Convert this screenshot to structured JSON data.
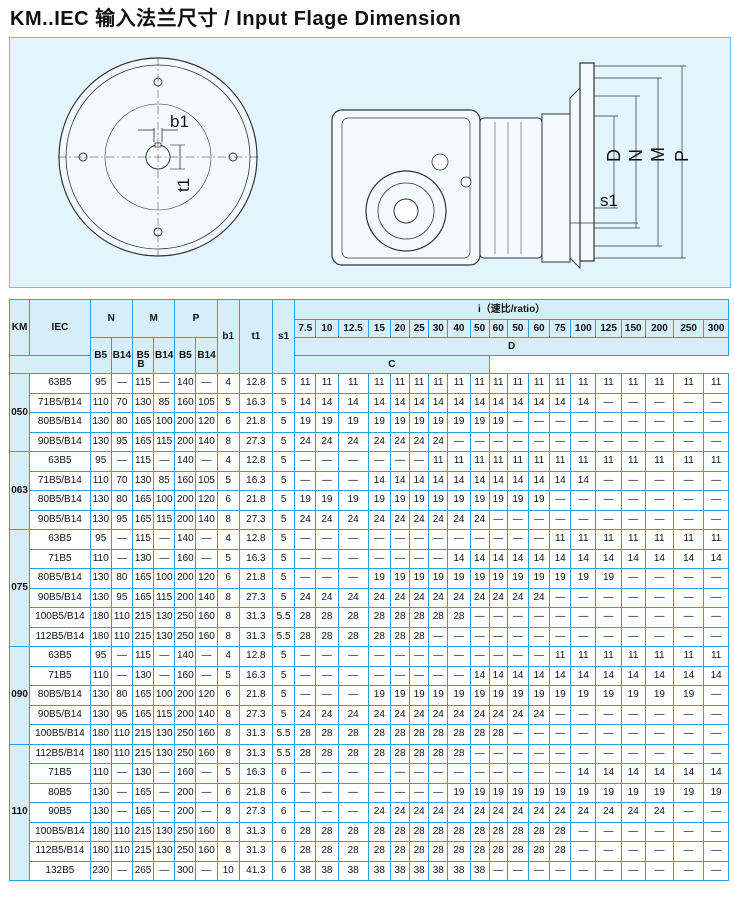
{
  "title": "KM..IEC 输入法兰尺寸 / Input Flage Dimension",
  "drawing": {
    "label_b1": "b1",
    "label_t1": "t1",
    "label_s1": "s1",
    "label_D": "D",
    "label_N": "N",
    "label_M": "M",
    "label_P": "P"
  },
  "table": {
    "h_km": "KM",
    "h_iec": "IEC",
    "h_N": "N",
    "h_M": "M",
    "h_P": "P",
    "h_b1": "b1",
    "h_t1": "t1",
    "h_s1": "s1",
    "h_ratio": "i（速比/ratio）",
    "h_D": "D",
    "h_B": "B",
    "h_C": "C",
    "sub_b5": "B5",
    "sub_b14": "B14",
    "ratios": [
      "7.5",
      "10",
      "12.5",
      "15",
      "20",
      "25",
      "30",
      "40",
      "50",
      "60",
      "50",
      "60",
      "75",
      "100",
      "125",
      "150",
      "200",
      "250",
      "300"
    ],
    "groups": [
      {
        "km": "050",
        "rows": [
          [
            "63B5",
            "95",
            "—",
            "115",
            "—",
            "140",
            "—",
            "4",
            "12.8",
            "5",
            "11",
            "11",
            "11",
            "11",
            "11",
            "11",
            "11",
            "11",
            "11",
            "11",
            "11",
            "11",
            "11",
            "11",
            "11",
            "11",
            "11",
            "11",
            "11"
          ],
          [
            "71B5/B14",
            "110",
            "70",
            "130",
            "85",
            "160",
            "105",
            "5",
            "16.3",
            "5",
            "14",
            "14",
            "14",
            "14",
            "14",
            "14",
            "14",
            "14",
            "14",
            "14",
            "14",
            "14",
            "14",
            "14",
            "—",
            "—",
            "—",
            "—",
            "—"
          ],
          [
            "80B5/B14",
            "130",
            "80",
            "165",
            "100",
            "200",
            "120",
            "6",
            "21.8",
            "5",
            "19",
            "19",
            "19",
            "19",
            "19",
            "19",
            "19",
            "19",
            "19",
            "19",
            "—",
            "—",
            "—",
            "—",
            "—",
            "—",
            "—",
            "—",
            "—"
          ],
          [
            "90B5/B14",
            "130",
            "95",
            "165",
            "115",
            "200",
            "140",
            "8",
            "27.3",
            "5",
            "24",
            "24",
            "24",
            "24",
            "24",
            "24",
            "24",
            "—",
            "—",
            "—",
            "—",
            "—",
            "—",
            "—",
            "—",
            "—",
            "—",
            "—",
            "—"
          ]
        ]
      },
      {
        "km": "063",
        "rows": [
          [
            "63B5",
            "95",
            "—",
            "115",
            "—",
            "140",
            "—",
            "4",
            "12.8",
            "5",
            "—",
            "—",
            "—",
            "—",
            "—",
            "—",
            "11",
            "11",
            "11",
            "11",
            "11",
            "11",
            "11",
            "11",
            "11",
            "11",
            "11",
            "11",
            "11"
          ],
          [
            "71B5/B14",
            "110",
            "70",
            "130",
            "85",
            "160",
            "105",
            "5",
            "16.3",
            "5",
            "—",
            "—",
            "—",
            "14",
            "14",
            "14",
            "14",
            "14",
            "14",
            "14",
            "14",
            "14",
            "14",
            "14",
            "—",
            "—",
            "—",
            "—",
            "—"
          ],
          [
            "80B5/B14",
            "130",
            "80",
            "165",
            "100",
            "200",
            "120",
            "6",
            "21.8",
            "5",
            "19",
            "19",
            "19",
            "19",
            "19",
            "19",
            "19",
            "19",
            "19",
            "19",
            "19",
            "19",
            "—",
            "—",
            "—",
            "—",
            "—",
            "—",
            "—"
          ],
          [
            "90B5/B14",
            "130",
            "95",
            "165",
            "115",
            "200",
            "140",
            "8",
            "27.3",
            "5",
            "24",
            "24",
            "24",
            "24",
            "24",
            "24",
            "24",
            "24",
            "24",
            "—",
            "—",
            "—",
            "—",
            "—",
            "—",
            "—",
            "—",
            "—",
            "—"
          ]
        ]
      },
      {
        "km": "075",
        "rows": [
          [
            "63B5",
            "95",
            "—",
            "115",
            "—",
            "140",
            "—",
            "4",
            "12.8",
            "5",
            "—",
            "—",
            "—",
            "—",
            "—",
            "—",
            "—",
            "—",
            "—",
            "—",
            "—",
            "—",
            "11",
            "11",
            "11",
            "11",
            "11",
            "11",
            "11"
          ],
          [
            "71B5",
            "110",
            "—",
            "130",
            "—",
            "160",
            "—",
            "5",
            "16.3",
            "5",
            "—",
            "—",
            "—",
            "—",
            "—",
            "—",
            "—",
            "14",
            "14",
            "14",
            "14",
            "14",
            "14",
            "14",
            "14",
            "14",
            "14",
            "14",
            "14"
          ],
          [
            "80B5/B14",
            "130",
            "80",
            "165",
            "100",
            "200",
            "120",
            "6",
            "21.8",
            "5",
            "—",
            "—",
            "—",
            "19",
            "19",
            "19",
            "19",
            "19",
            "19",
            "19",
            "19",
            "19",
            "19",
            "19",
            "19",
            "—",
            "—",
            "—",
            "—"
          ],
          [
            "90B5/B14",
            "130",
            "95",
            "165",
            "115",
            "200",
            "140",
            "8",
            "27.3",
            "5",
            "24",
            "24",
            "24",
            "24",
            "24",
            "24",
            "24",
            "24",
            "24",
            "24",
            "24",
            "24",
            "—",
            "—",
            "—",
            "—",
            "—",
            "—",
            "—"
          ],
          [
            "100B5/B14",
            "180",
            "110",
            "215",
            "130",
            "250",
            "160",
            "8",
            "31.3",
            "5.5",
            "28",
            "28",
            "28",
            "28",
            "28",
            "28",
            "28",
            "28",
            "—",
            "—",
            "—",
            "—",
            "—",
            "—",
            "—",
            "—",
            "—",
            "—",
            "—"
          ],
          [
            "112B5/B14",
            "180",
            "110",
            "215",
            "130",
            "250",
            "160",
            "8",
            "31.3",
            "5.5",
            "28",
            "28",
            "28",
            "28",
            "28",
            "28",
            "—",
            "—",
            "—",
            "—",
            "—",
            "—",
            "—",
            "—",
            "—",
            "—",
            "—",
            "—",
            "—"
          ]
        ]
      },
      {
        "km": "090",
        "rows": [
          [
            "63B5",
            "95",
            "—",
            "115",
            "—",
            "140",
            "—",
            "4",
            "12.8",
            "5",
            "—",
            "—",
            "—",
            "—",
            "—",
            "—",
            "—",
            "—",
            "—",
            "—",
            "—",
            "—",
            "11",
            "11",
            "11",
            "11",
            "11",
            "11",
            "11"
          ],
          [
            "71B5",
            "110",
            "—",
            "130",
            "—",
            "160",
            "—",
            "5",
            "16.3",
            "5",
            "—",
            "—",
            "—",
            "—",
            "—",
            "—",
            "—",
            "—",
            "14",
            "14",
            "14",
            "14",
            "14",
            "14",
            "14",
            "14",
            "14",
            "14",
            "14"
          ],
          [
            "80B5/B14",
            "130",
            "80",
            "165",
            "100",
            "200",
            "120",
            "6",
            "21.8",
            "5",
            "—",
            "—",
            "—",
            "19",
            "19",
            "19",
            "19",
            "19",
            "19",
            "19",
            "19",
            "19",
            "19",
            "19",
            "19",
            "19",
            "19",
            "19",
            "—"
          ],
          [
            "90B5/B14",
            "130",
            "95",
            "165",
            "115",
            "200",
            "140",
            "8",
            "27.3",
            "5",
            "24",
            "24",
            "24",
            "24",
            "24",
            "24",
            "24",
            "24",
            "24",
            "24",
            "24",
            "24",
            "—",
            "—",
            "—",
            "—",
            "—",
            "—",
            "—"
          ],
          [
            "100B5/B14",
            "180",
            "110",
            "215",
            "130",
            "250",
            "160",
            "8",
            "31.3",
            "5.5",
            "28",
            "28",
            "28",
            "28",
            "28",
            "28",
            "28",
            "28",
            "28",
            "28",
            "—",
            "—",
            "—",
            "—",
            "—",
            "—",
            "—",
            "—",
            "—"
          ]
        ]
      },
      {
        "km": "110",
        "rows": [
          [
            "112B5/B14",
            "180",
            "110",
            "215",
            "130",
            "250",
            "160",
            "8",
            "31.3",
            "5.5",
            "28",
            "28",
            "28",
            "28",
            "28",
            "28",
            "28",
            "28",
            "—",
            "—",
            "—",
            "—",
            "—",
            "—",
            "—",
            "—",
            "—",
            "—",
            "—"
          ],
          [
            "71B5",
            "110",
            "—",
            "130",
            "—",
            "160",
            "—",
            "5",
            "16.3",
            "6",
            "—",
            "—",
            "—",
            "—",
            "—",
            "—",
            "—",
            "—",
            "—",
            "—",
            "—",
            "—",
            "—",
            "14",
            "14",
            "14",
            "14",
            "14",
            "14"
          ],
          [
            "80B5",
            "130",
            "—",
            "165",
            "—",
            "200",
            "—",
            "6",
            "21.8",
            "6",
            "—",
            "—",
            "—",
            "—",
            "—",
            "—",
            "—",
            "19",
            "19",
            "19",
            "19",
            "19",
            "19",
            "19",
            "19",
            "19",
            "19",
            "19",
            "19"
          ],
          [
            "90B5",
            "130",
            "—",
            "165",
            "—",
            "200",
            "—",
            "8",
            "27.3",
            "6",
            "—",
            "—",
            "—",
            "24",
            "24",
            "24",
            "24",
            "24",
            "24",
            "24",
            "24",
            "24",
            "24",
            "24",
            "24",
            "24",
            "24",
            "—",
            "—"
          ],
          [
            "100B5/B14",
            "180",
            "110",
            "215",
            "130",
            "250",
            "160",
            "8",
            "31.3",
            "6",
            "28",
            "28",
            "28",
            "28",
            "28",
            "28",
            "28",
            "28",
            "28",
            "28",
            "28",
            "28",
            "28",
            "—",
            "—",
            "—",
            "—",
            "—",
            "—"
          ],
          [
            "112B5/B14",
            "180",
            "110",
            "215",
            "130",
            "250",
            "160",
            "8",
            "31.3",
            "6",
            "28",
            "28",
            "28",
            "28",
            "28",
            "28",
            "28",
            "28",
            "28",
            "28",
            "28",
            "28",
            "28",
            "—",
            "—",
            "—",
            "—",
            "—",
            "—"
          ],
          [
            "132B5",
            "230",
            "—",
            "265",
            "—",
            "300",
            "—",
            "10",
            "41.3",
            "6",
            "38",
            "38",
            "38",
            "38",
            "38",
            "38",
            "38",
            "38",
            "38",
            "—",
            "—",
            "—",
            "—",
            "—",
            "—",
            "—",
            "—",
            "—",
            "—"
          ]
        ]
      }
    ]
  }
}
